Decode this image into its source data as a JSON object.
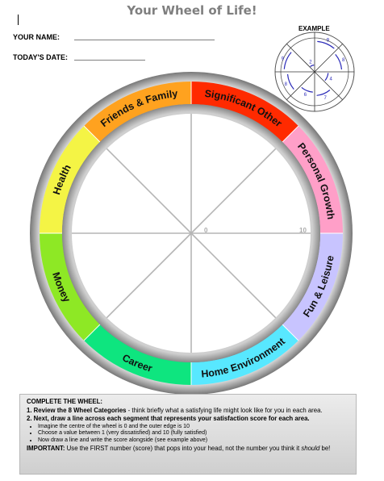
{
  "title": "Your Wheel of Life!",
  "form": {
    "name_label": "YOUR NAME:",
    "date_label": "TODAY'S DATE:"
  },
  "example": {
    "label": "EXAMPLE",
    "scores": [
      "9",
      "8",
      "4",
      "7",
      "6",
      "8",
      "9",
      "2"
    ]
  },
  "wheel": {
    "segments": [
      {
        "label": "Significant Other",
        "color": "#ff2a00"
      },
      {
        "label": "Personal Growth",
        "color": "#ff9fc8"
      },
      {
        "label": "Fun & Leisure",
        "color": "#c8c4ff"
      },
      {
        "label": "Home Environment",
        "color": "#58e8ff"
      },
      {
        "label": "Career",
        "color": "#0ee57f"
      },
      {
        "label": "Money",
        "color": "#8ee825"
      },
      {
        "label": "Health",
        "color": "#f4f445"
      },
      {
        "label": "Friends & Family",
        "color": "#ffa21f"
      }
    ],
    "scale_min": "0",
    "scale_max": "10"
  },
  "instructions": {
    "heading": "COMPLETE THE WHEEL:",
    "step1_bold": "1. Review the 8 Wheel Categories",
    "step1_rest": " - think briefly what a satisfying life might look like for you in each area.",
    "step2": "2. Next, draw a line across each segment that represents your satisfaction score for each area.",
    "bullets": [
      "Imagine the centre of the wheel is 0 and the outer edge is 10",
      "Choose a value between 1 (very dissatisfied) and 10 (fully satisfied)",
      "Now draw a line and write the score alongside (see example above)"
    ],
    "important_label": "IMPORTANT:",
    "important_text": " Use the FIRST number (score) that pops into your head, not the number you think it ",
    "important_em": "should",
    "important_end": " be!"
  }
}
